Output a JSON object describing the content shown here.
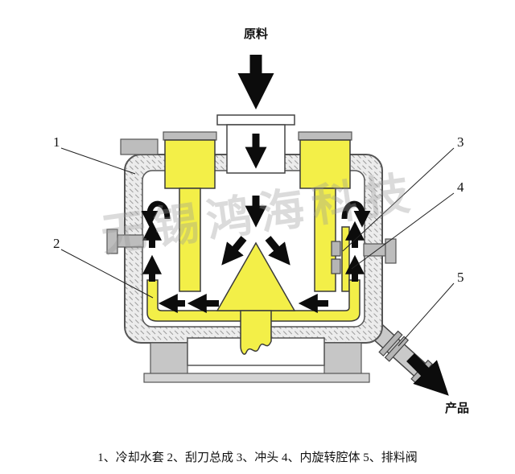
{
  "diagram": {
    "feed_label": "原料",
    "product_label": "产品",
    "watermark": "无锡鸿海科技",
    "caption": "1、冷却水套  2、刮刀总成  3、冲头  4、内旋转腔体  5、排料阀",
    "callouts": {
      "c1": "1",
      "c2": "2",
      "c3": "3",
      "c4": "4",
      "c5": "5"
    },
    "colors": {
      "part_yellow": "#f3ef48",
      "metal_gray": "#c2c2c2",
      "arrow": "#0c0c0c"
    }
  }
}
